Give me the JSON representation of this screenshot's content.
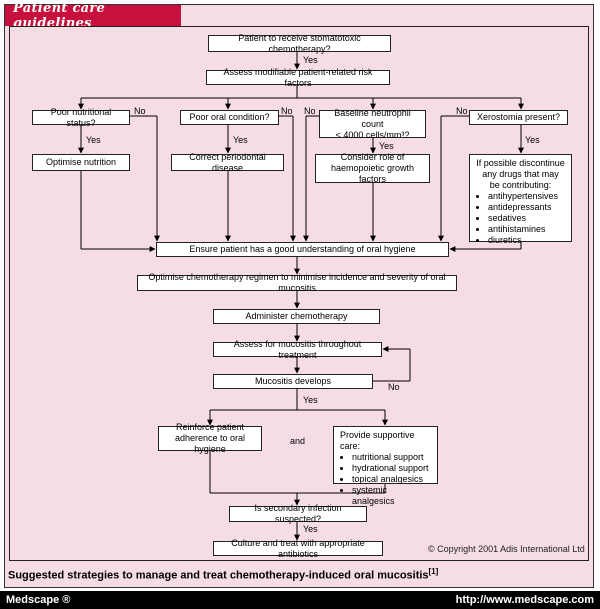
{
  "header": {
    "title": "Patient care guidelines"
  },
  "nodes": {
    "n1": "Patient to receive stomatotoxic chemotherapy?",
    "n2": "Assess modifiable patient-related risk factors",
    "q1": "Poor nutritional status?",
    "q2": "Poor oral condition?",
    "q3_line1": "Baseline neutrophil count",
    "q3_line2": "< 4000 cells/mm³?",
    "q4": "Xerostomia present?",
    "a1": "Optimise nutrition",
    "a2": "Correct periodontal disease",
    "a3_line1": "Consider role of",
    "a3_line2": "haemopoietic growth factors",
    "a4_intro": "If possible discontinue any drugs that may be contributing:",
    "a4_items": [
      "antihypertensives",
      "antidepressants",
      "sedatives",
      "antihistamines",
      "diuretics"
    ],
    "n3": "Ensure patient has a good understanding of oral hygiene",
    "n4": "Optimise chemotherapy regimen to minimise incidence and severity of oral mucositis",
    "n5": "Administer chemotherapy",
    "n6": "Assess for mucositis throughout treatment",
    "n7": "Mucositis develops",
    "b1_line1": "Reinforce patient",
    "b1_line2": "adherence to oral hygiene",
    "b2_intro": "Provide supportive care:",
    "b2_items": [
      "nutritional support",
      "hydrational support",
      "topical analgesics",
      "systemic analgesics"
    ],
    "n8": "Is secondary infection suspected?",
    "n9": "Culture and treat with appropriate antibiotics"
  },
  "labels": {
    "yes": "Yes",
    "no": "No",
    "and": "and"
  },
  "copyright": "© Copyright 2001 Adis International Ltd",
  "caption": {
    "text": "Suggested strategies to manage and treat chemotherapy-induced oral mucositis",
    "ref": "[1]"
  },
  "footer": {
    "left": "Medscape ®",
    "right": "http://www.medscape.com"
  }
}
